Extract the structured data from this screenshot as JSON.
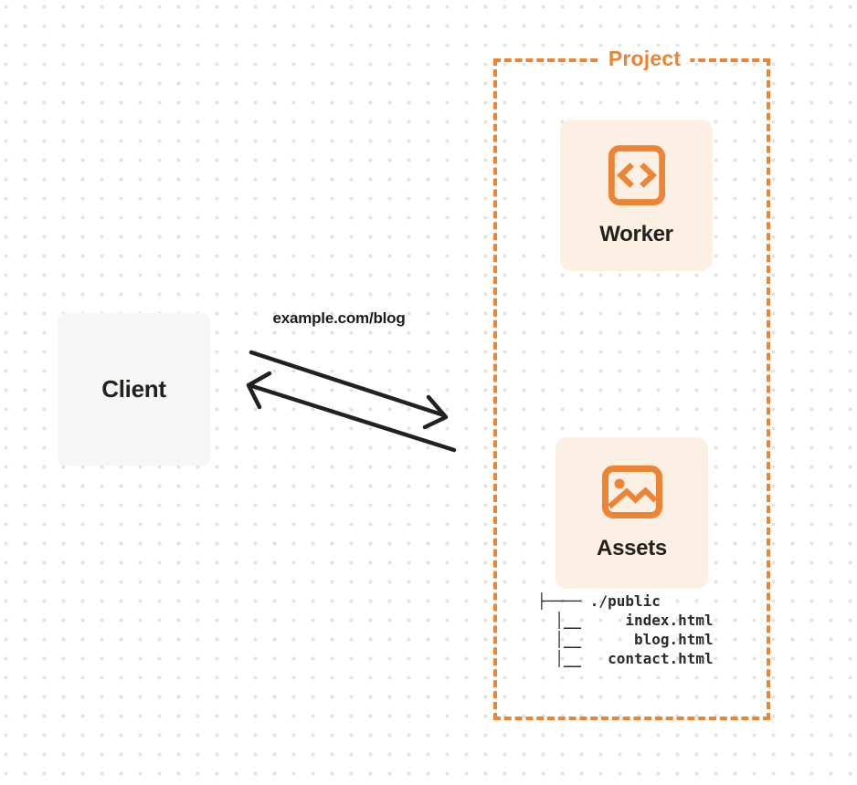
{
  "client": {
    "label": "Client"
  },
  "request": {
    "url_label": "example.com/blog"
  },
  "project": {
    "title": "Project",
    "worker": {
      "label": "Worker",
      "icon": "code-document-icon"
    },
    "assets": {
      "label": "Assets",
      "icon": "image-icon",
      "file_tree": "├──── ./public\n  │__     index.html\n  │__      blog.html\n  │__   contact.html"
    }
  },
  "icons": {
    "worker": "code-document-icon",
    "assets": "image-icon"
  },
  "colors": {
    "accent": "#ED8333",
    "card_bg": "#FBF0E3",
    "client_bg": "#F6F6F7",
    "ink": "#24211D",
    "arrow": "#212121",
    "dot": "#E2E2E2",
    "tree_text": "#2B2B2B",
    "bg": "#FFFFFF"
  }
}
